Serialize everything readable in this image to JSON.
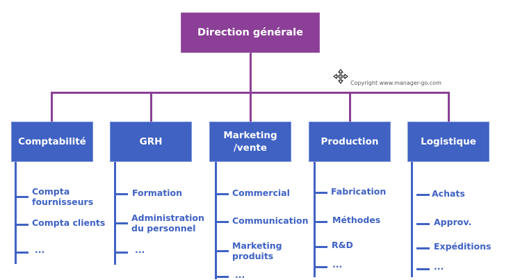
{
  "top": {
    "label": "Direction générale"
  },
  "copyright": "Copyright www.manager-go.com",
  "colors": {
    "top_box": "#8b3f96",
    "dept_box": "#3f62c3",
    "sub_text": "#3f62c3"
  },
  "departments": [
    {
      "label": "Comptabilité",
      "subs": [
        "Compta\nfournisseurs",
        "Compta clients",
        "..."
      ]
    },
    {
      "label": "GRH",
      "subs": [
        "Formation",
        "Administration\ndu personnel",
        "..."
      ]
    },
    {
      "label": "Marketing\n/vente",
      "subs": [
        "Commercial",
        "Communication",
        "Marketing\nproduits",
        "..."
      ]
    },
    {
      "label": "Production",
      "subs": [
        "Fabrication",
        "Méthodes",
        "R&D",
        "..."
      ]
    },
    {
      "label": "Logistique",
      "subs": [
        "Achats",
        "Approv.",
        "Expéditions",
        "..."
      ]
    }
  ]
}
